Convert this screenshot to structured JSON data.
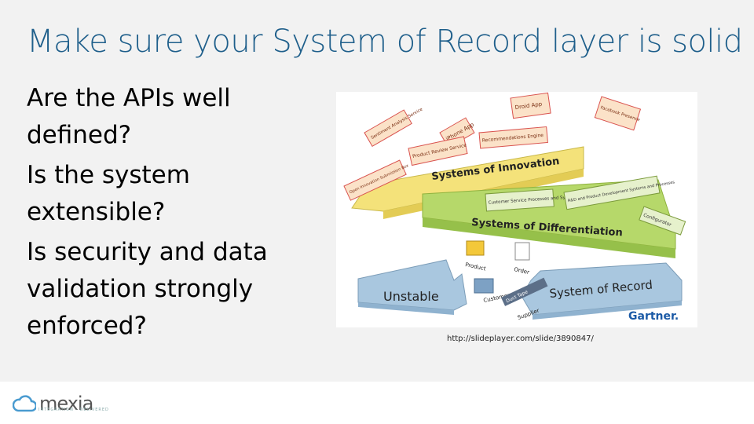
{
  "slide": {
    "title": "Make sure your System of Record layer is solid",
    "bullets": [
      "Are the APIs well defined?",
      "Is the system extensible?",
      "Is security and data validation strongly enforced?"
    ],
    "source": "http://slideplayer.com/slide/3890847/"
  },
  "figure": {
    "layers": {
      "innovation": "Systems of Innovation",
      "differentiation": "Systems of Differentiation",
      "record": "System of Record",
      "unstable": "Unstable"
    },
    "innovation_tags": {
      "sentiment": "Sentiment Analysis Service",
      "iphone": "iPhone App",
      "droid": "Droid App",
      "facebook": "Facebook Presence",
      "open_innovation": "Open Innovation Submission Box",
      "product_review": "Product Review Service",
      "recommendations": "Recommendations Engine"
    },
    "differentiation_tags": {
      "customer_service": "Customer Service Processes and Systems",
      "rnd": "R&D and Product Development Systems and Processes",
      "configurator": "Configurator"
    },
    "record_items": {
      "product": "Product",
      "order": "Order",
      "customer": "Customer",
      "supplier": "Supplier",
      "duct_tape": "Duct Tape"
    },
    "brand": "Gartner."
  },
  "footer": {
    "logo_text": "mexia",
    "logo_sub": "INTEGRATION · DELIVERED"
  },
  "colors": {
    "title": "#1f5f8b",
    "innovation_layer": "#f4e27a",
    "differentiation_layer": "#b6d86a",
    "record_layer": "#a9c7df",
    "tag_fill": "#fbe2c8",
    "tag_stroke": "#d9534f",
    "gartner": "#1b5aa6"
  }
}
